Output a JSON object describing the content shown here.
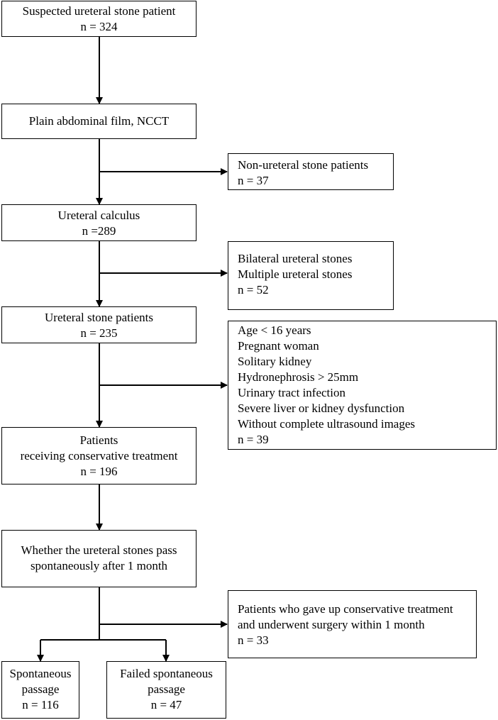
{
  "boxes": {
    "suspected": [
      "Suspected ureteral stone patient",
      "n = 324"
    ],
    "imaging": [
      "Plain abdominal film, NCCT"
    ],
    "non_ureteral": [
      "Non-ureteral stone patients",
      "n = 37"
    ],
    "ureteral_calculus": [
      "Ureteral calculus",
      "n =289"
    ],
    "bilateral": [
      "Bilateral ureteral stones",
      "Multiple ureteral stones",
      "n = 52"
    ],
    "ureteral_patients": [
      "Ureteral stone patients",
      "n = 235"
    ],
    "exclusions": [
      "Age < 16 years",
      "Pregnant woman",
      "Solitary kidney",
      "Hydronephrosis > 25mm",
      "Urinary tract infection",
      "Severe liver or kidney dysfunction",
      "Without complete ultrasound images",
      "n = 39"
    ],
    "conservative": [
      "Patients",
      "receiving conservative treatment",
      "n = 196"
    ],
    "whether_pass": [
      "Whether the ureteral stones pass",
      "spontaneously after 1 month"
    ],
    "gave_up": [
      "Patients who gave up conservative treatment",
      "and underwent surgery within 1 month",
      "n = 33"
    ],
    "spontaneous": [
      "Spontaneous",
      "passage",
      "n = 116"
    ],
    "failed": [
      "Failed spontaneous",
      "passage",
      "n = 47"
    ]
  }
}
